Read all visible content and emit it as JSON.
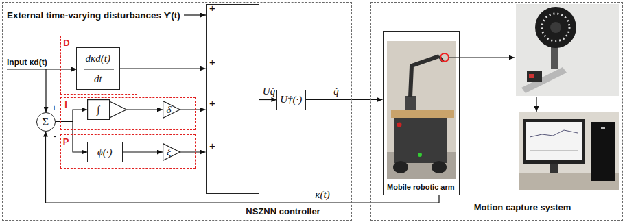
{
  "diagram": {
    "nodes": [
      {
        "text": [
          "NSZNN controller"
        ]
      },
      {
        "text": [
          "Motion capture system"
        ]
      },
      {
        "text": [
          "D"
        ],
        "in": 0
      },
      {
        "text": [
          "dκd(t)",
          "dt"
        ],
        "in": 2
      },
      {
        "text": [
          "I"
        ],
        "in": 0
      },
      {
        "text": [
          "∫"
        ],
        "in": 4
      },
      {
        "text": [
          "δ"
        ],
        "in": 4
      },
      {
        "text": [
          "P"
        ],
        "in": 0
      },
      {
        "text": [
          "ϕ(·)"
        ],
        "in": 7
      },
      {
        "text": [
          "ξ"
        ],
        "in": 7
      },
      {
        "text": [
          "Σ"
        ],
        "in": 0
      },
      {
        "text": [
          "+",
          "+",
          "+",
          "+"
        ],
        "in": 0
      },
      {
        "text": [
          "U†(·)"
        ],
        "in": 0
      },
      {
        "text": [
          "Mobile robotic arm"
        ],
        "in": 1
      }
    ],
    "edges": [
      {
        "from": 3,
        "to": 11,
        "arrow": "to"
      },
      {
        "from": 10,
        "to": 5,
        "arrow": "to"
      },
      {
        "from": 10,
        "to": 8,
        "arrow": "to"
      },
      {
        "from": 5,
        "to": 6,
        "arrow": "to"
      },
      {
        "from": 6,
        "to": 11,
        "arrow": "to"
      },
      {
        "from": 8,
        "to": 9,
        "arrow": "to"
      },
      {
        "from": 9,
        "to": 11,
        "arrow": "to"
      },
      {
        "from": 11,
        "to": 12,
        "label": "Uq̇",
        "arrow": "to"
      },
      {
        "from": 12,
        "to": 13,
        "label": "q̇",
        "arrow": "to"
      },
      {
        "from": 13,
        "to": 10,
        "label": "κ(t)",
        "arrow": "to"
      }
    ],
    "labels": [
      "External time-varying disturbances ϒ(t)",
      "Input κd(t)",
      "+",
      "-"
    ]
  }
}
